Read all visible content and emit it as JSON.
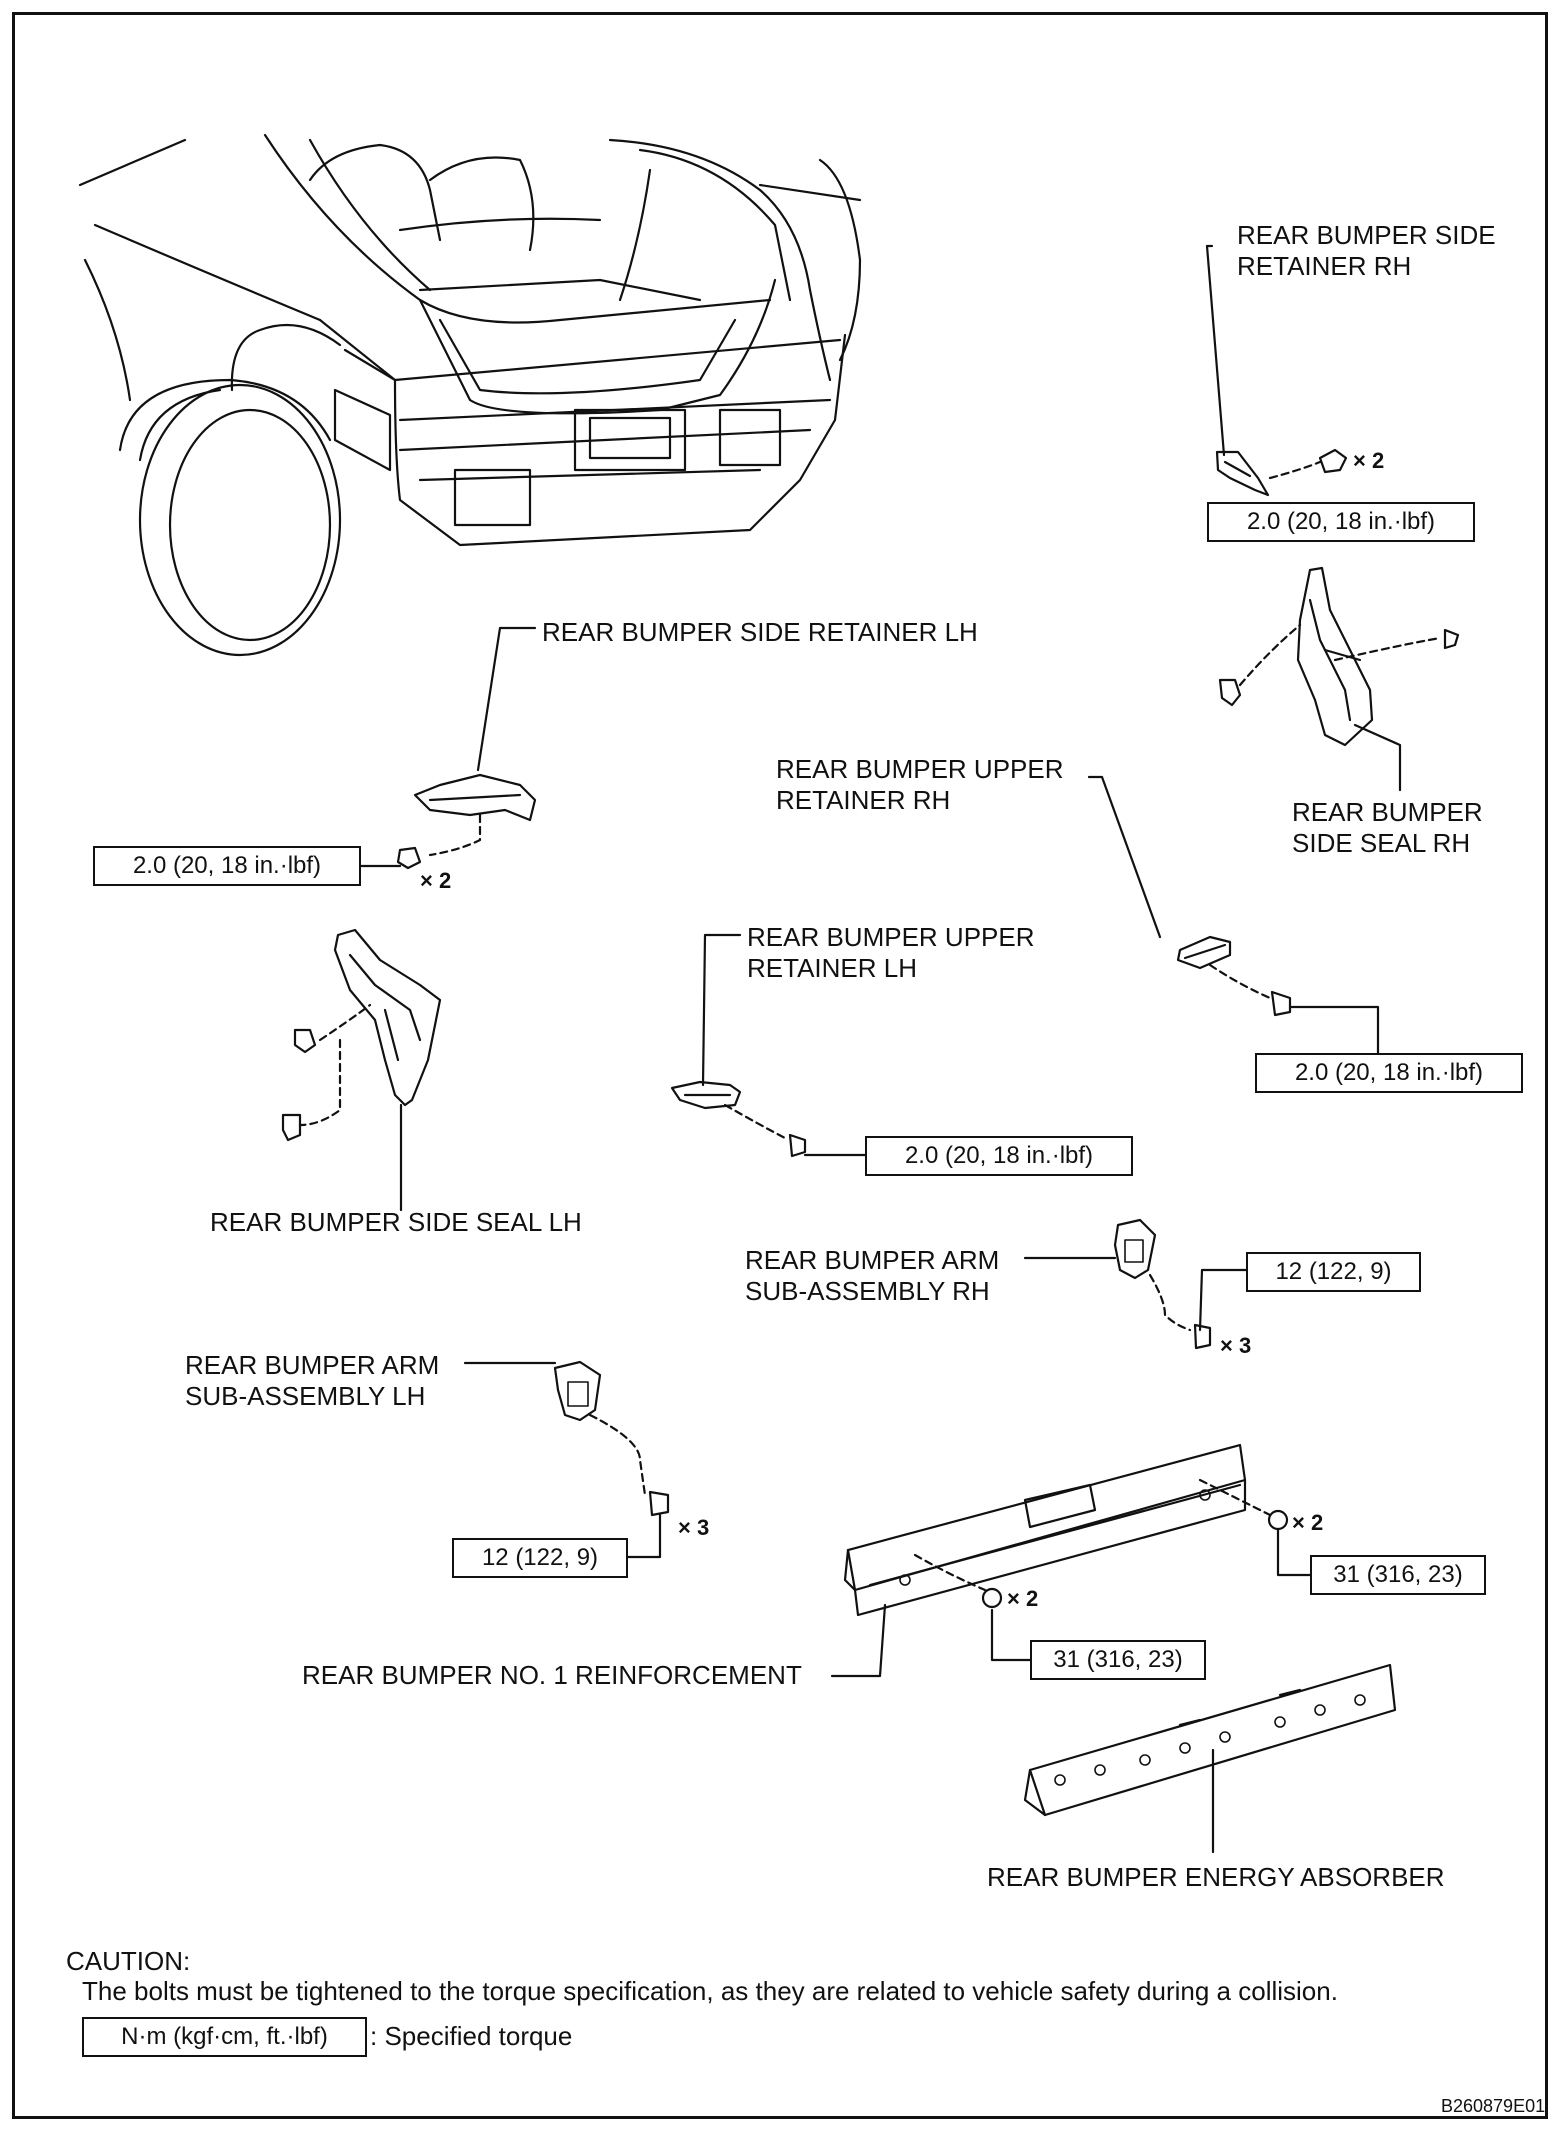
{
  "labels": {
    "side_retainer_rh": [
      "REAR BUMPER SIDE",
      "RETAINER RH"
    ],
    "side_retainer_lh": "REAR BUMPER SIDE RETAINER LH",
    "side_seal_rh": [
      "REAR BUMPER",
      "SIDE SEAL RH"
    ],
    "upper_retainer_rh": [
      "REAR BUMPER UPPER",
      "RETAINER RH"
    ],
    "upper_retainer_lh": [
      "REAR BUMPER UPPER",
      "RETAINER LH"
    ],
    "side_seal_lh": "REAR BUMPER SIDE SEAL LH",
    "arm_rh": [
      "REAR BUMPER ARM",
      "SUB-ASSEMBLY RH"
    ],
    "arm_lh": [
      "REAR BUMPER ARM",
      "SUB-ASSEMBLY LH"
    ],
    "reinforcement": "REAR BUMPER NO. 1 REINFORCEMENT",
    "energy_absorber": "REAR BUMPER ENERGY ABSORBER"
  },
  "torques": {
    "side_retainer_rh": "2.0 (20, 18 in.·lbf)",
    "side_retainer_lh": "2.0 (20, 18 in.·lbf)",
    "upper_retainer_rh": "2.0 (20, 18 in.·lbf)",
    "upper_retainer_lh": "2.0 (20, 18 in.·lbf)",
    "arm_rh": "12 (122, 9)",
    "arm_lh": "12 (122, 9)",
    "reinforcement_rh": "31 (316, 23)",
    "reinforcement_lh": "31 (316, 23)"
  },
  "quantities": {
    "side_retainer_rh": "× 2",
    "side_retainer_lh": "× 2",
    "arm_rh": "× 3",
    "arm_lh": "× 3",
    "reinforcement_rh": "× 2",
    "reinforcement_lh": "× 2"
  },
  "caution": {
    "heading": "CAUTION:",
    "text": "The bolts must be tightened to the torque specification, as they are related to vehicle safety during a collision."
  },
  "legend": {
    "box_text": "N·m (kgf·cm, ft.·lbf)",
    "description": ": Specified torque"
  },
  "figure_code": "B260879E01"
}
